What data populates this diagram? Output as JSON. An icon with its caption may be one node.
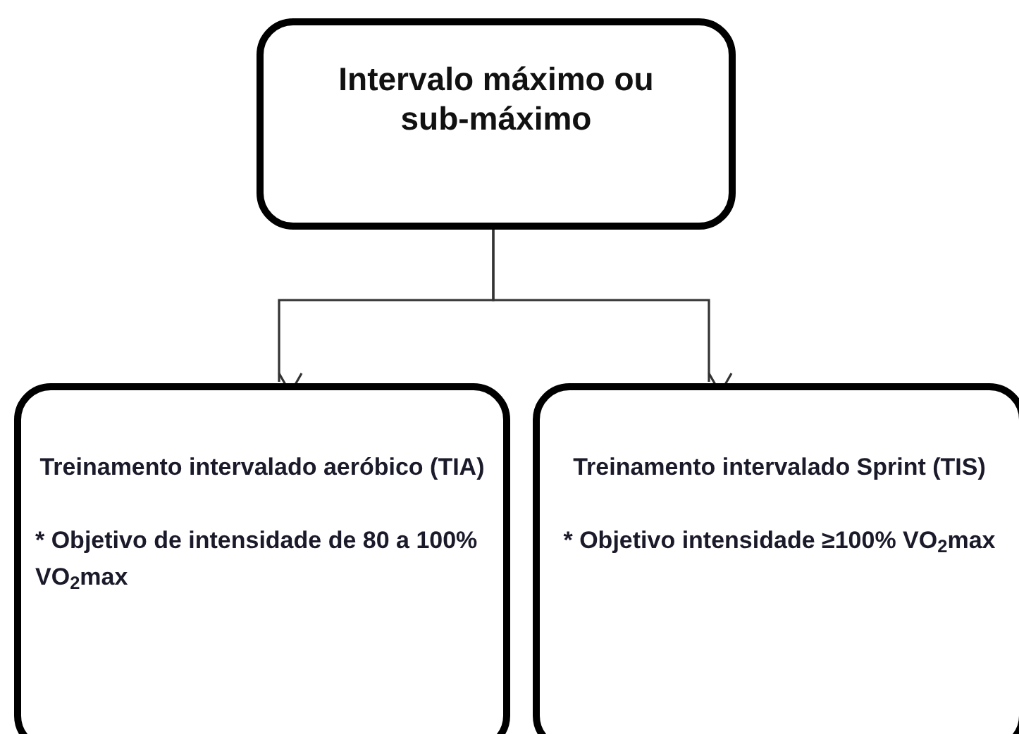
{
  "diagram": {
    "nodes": [
      {
        "text": [
          "Intervalo máximo ou sub-máximo"
        ]
      },
      {
        "text": [
          "Treinamento intervalado aeróbico (TIA)",
          "* Objetivo de intensidade de 80 a 100% VO$_{2}$max"
        ]
      },
      {
        "text": [
          "Treinamento intervalado Sprint (TIS)",
          "* Objetivo intensidade ≥100% VO$_{2}$max"
        ]
      }
    ],
    "edges": [
      {
        "from": 0,
        "to": 1,
        "arrow": "to"
      },
      {
        "from": 0,
        "to": 2,
        "arrow": "to"
      }
    ]
  }
}
